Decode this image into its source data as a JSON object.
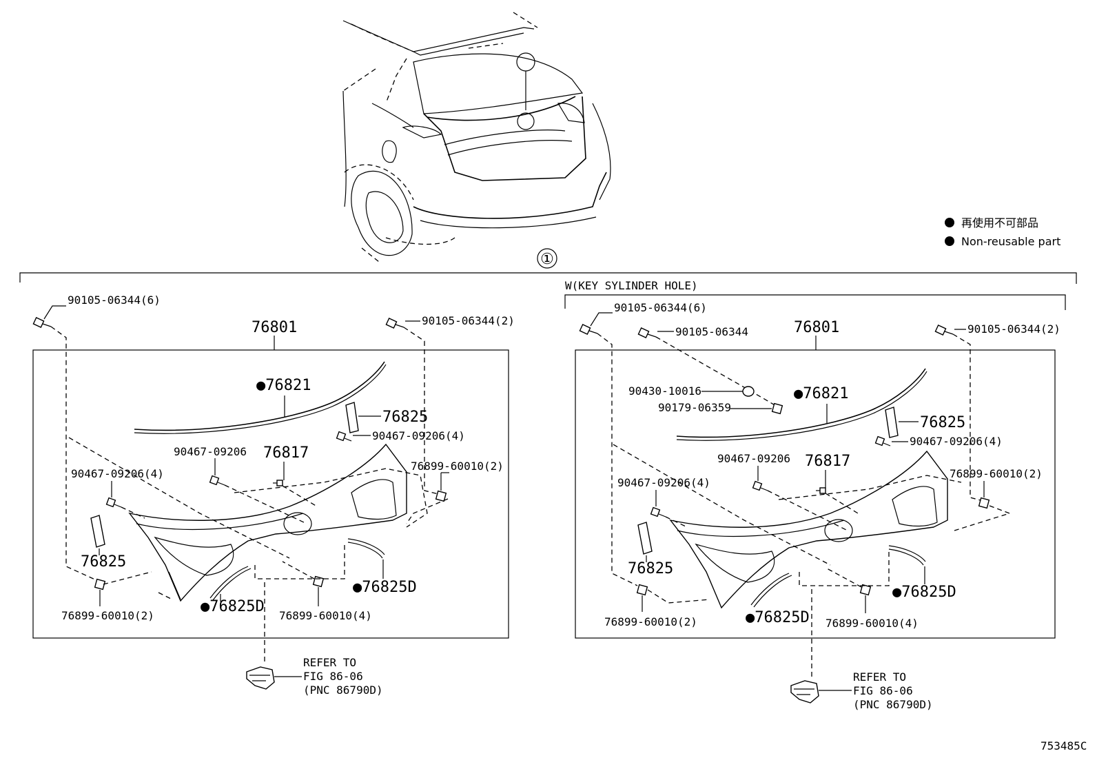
{
  "legend": {
    "line1": "再使用不可部品",
    "line2": "Non-reusable part"
  },
  "circled_ref": "①",
  "figure_code": "753485C",
  "variant_label": "W(KEY SYLINDER HOLE)",
  "left_panel": {
    "assembly": "76801",
    "labels": {
      "screw_top_left": "90105-06344(6)",
      "screw_top_right": "90105-06344(2)",
      "weatherstrip": "●76821",
      "pad_upper": "76825",
      "clip_upper_right": "90467-09206(4)",
      "clip_center": "90467-09206",
      "clip_76817": "76817",
      "clip_left": "90467-09206(4)",
      "nut_right": "76899-60010(2)",
      "pad_lower": "76825",
      "nut_left": "76899-60010(2)",
      "tape_left": "●76825D",
      "tape_right": "●76825D",
      "nut_bottom": "76899-60010(4)"
    },
    "refer": [
      "REFER TO",
      "FIG 86-06",
      "(PNC 86790D)"
    ]
  },
  "right_panel": {
    "assembly": "76801",
    "labels": {
      "screw_top_left": "90105-06344(6)",
      "screw_key": "90105-06344",
      "screw_top_right": "90105-06344(2)",
      "grommet": "90430-10016",
      "nut_key": "90179-06359",
      "weatherstrip": "●76821",
      "pad_upper": "76825",
      "clip_upper_right": "90467-09206(4)",
      "clip_center": "90467-09206",
      "clip_76817": "76817",
      "clip_left": "90467-09206(4)",
      "nut_right": "76899-60010(2)",
      "pad_lower": "76825",
      "nut_left": "76899-60010(2)",
      "tape_left": "●76825D",
      "tape_right": "●76825D",
      "nut_bottom": "76899-60010(4)"
    },
    "refer": [
      "REFER TO",
      "FIG 86-06",
      "(PNC 86790D)"
    ]
  }
}
